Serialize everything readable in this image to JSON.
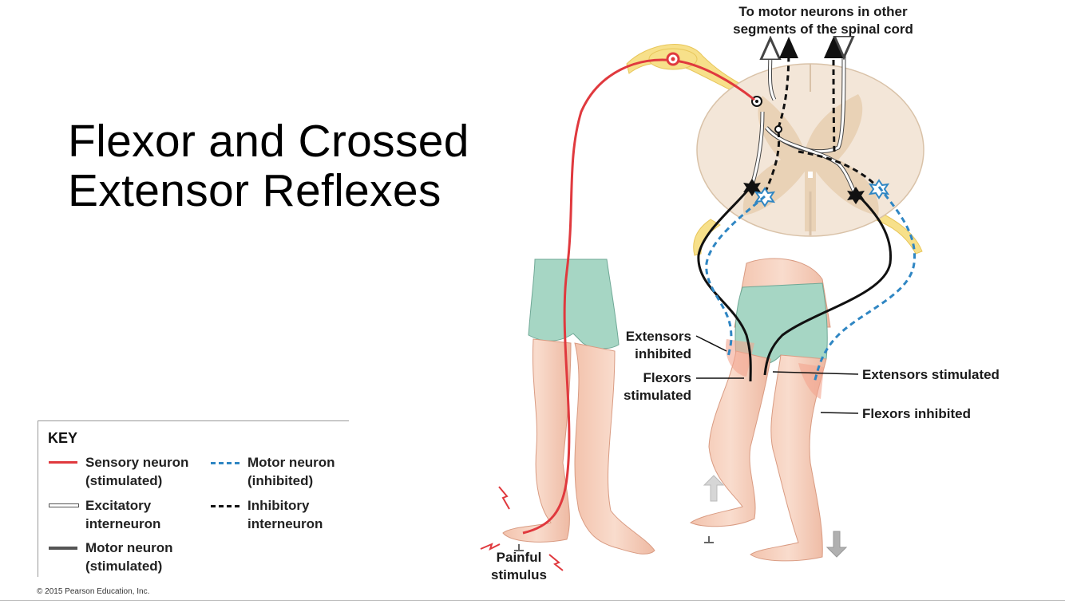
{
  "title": {
    "line1": "Flexor and Crossed",
    "line2": "Extensor Reflexes"
  },
  "key": {
    "title": "KEY",
    "items": [
      {
        "line1": "Sensory neuron",
        "line2": "(stimulated)",
        "style": "solid-red"
      },
      {
        "line1": "Motor neuron",
        "line2": "(inhibited)",
        "style": "dashed-blue"
      },
      {
        "line1": "Excitatory",
        "line2": "interneuron",
        "style": "hollow"
      },
      {
        "line1": "Inhibitory",
        "line2": "interneuron",
        "style": "dashed-black"
      },
      {
        "line1": "Motor neuron",
        "line2": "(stimulated)",
        "style": "solid-gray"
      }
    ]
  },
  "labels": {
    "top_line1": "To motor neurons in other",
    "top_line2": "segments of the spinal cord",
    "extensors_inhibited_1": "Extensors",
    "extensors_inhibited_2": "inhibited",
    "flexors_stimulated_1": "Flexors",
    "flexors_stimulated_2": "stimulated",
    "extensors_stimulated": "Extensors stimulated",
    "flexors_inhibited": "Flexors inhibited",
    "painful_1": "Painful",
    "painful_2": "stimulus"
  },
  "copyright": "© 2015 Pearson Education, Inc.",
  "colors": {
    "sensory": "#e0393e",
    "motor_inhibited": "#2f86c3",
    "inhibitory": "#111111",
    "skin": "#f6d2c2",
    "shorts": "#a6d6c4",
    "cord_white": "#f3e6d8",
    "cord_gray": "#e8cfb2",
    "nerve": "#f7e08a"
  }
}
